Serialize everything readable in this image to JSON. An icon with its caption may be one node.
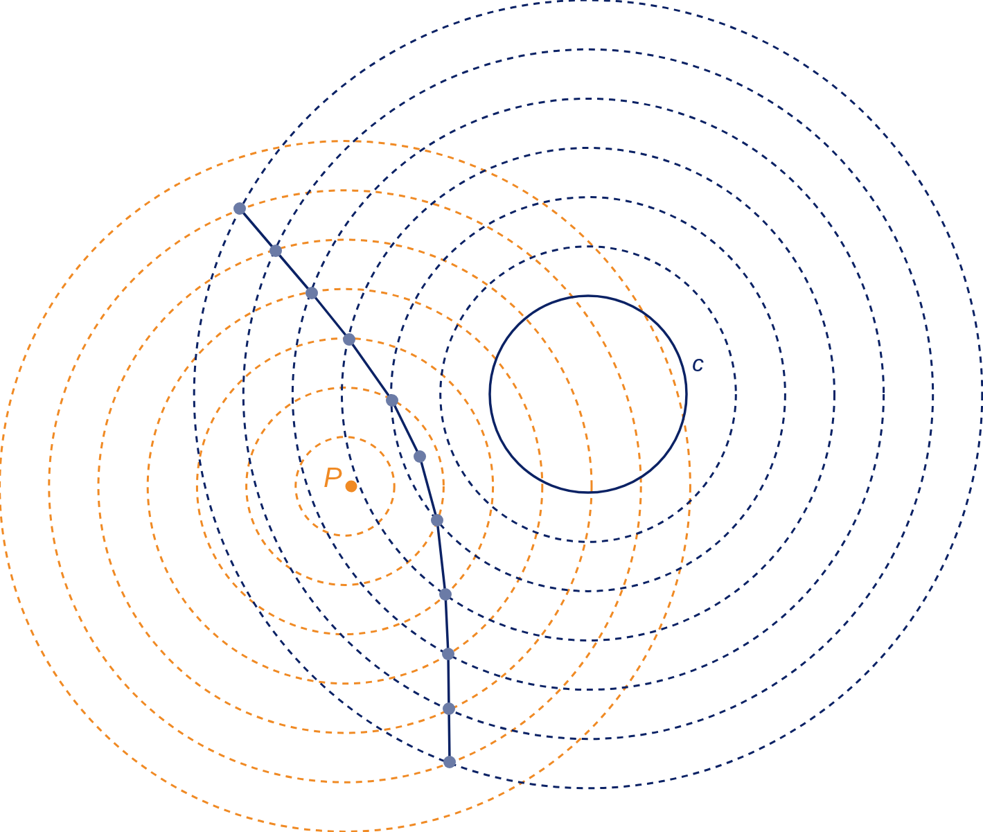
{
  "diagram": {
    "nodes": [
      {
        "text": [],
        "shape": "circle",
        "beside": [
          "c"
        ]
      }
    ],
    "labels": [
      "P"
    ]
  }
}
